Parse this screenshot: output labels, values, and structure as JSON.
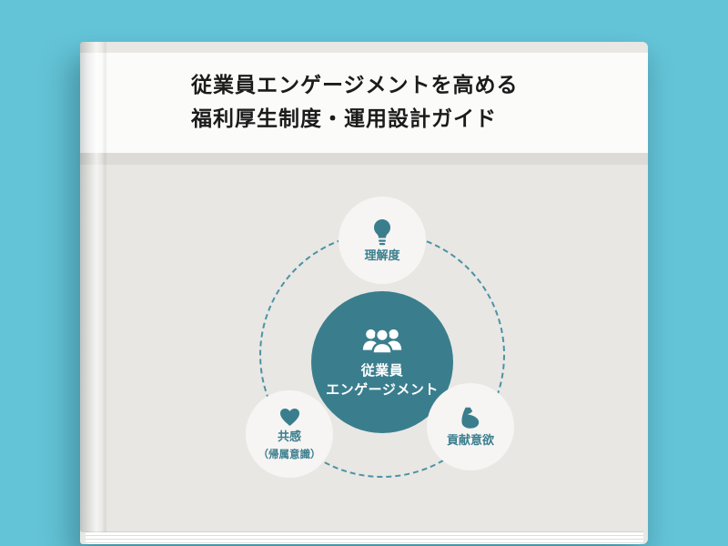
{
  "colors": {
    "background": "#64c4d7",
    "cover": "#e8e7e4",
    "header": "#fbfbfa",
    "divider": "#dcdbd7",
    "teal": "#3a7e8e",
    "node_bg": "#f6f5f3",
    "dashed": "#4b93a3",
    "title_text": "#1b1b1b"
  },
  "book": {
    "title_line1": "従業員エンゲージメントを高める",
    "title_line2": "福利厚生制度・運用設計ガイド"
  },
  "diagram": {
    "center": {
      "icon": "people-icon",
      "label_line1": "従業員",
      "label_line2": "エンゲージメント"
    },
    "nodes": [
      {
        "id": "understanding",
        "icon": "lightbulb-icon",
        "label": "理解度"
      },
      {
        "id": "empathy",
        "icon": "heart-icon",
        "label": "共感",
        "label2": "（帰属意識）"
      },
      {
        "id": "contribution",
        "icon": "muscle-icon",
        "label": "貢献意欲"
      }
    ]
  }
}
